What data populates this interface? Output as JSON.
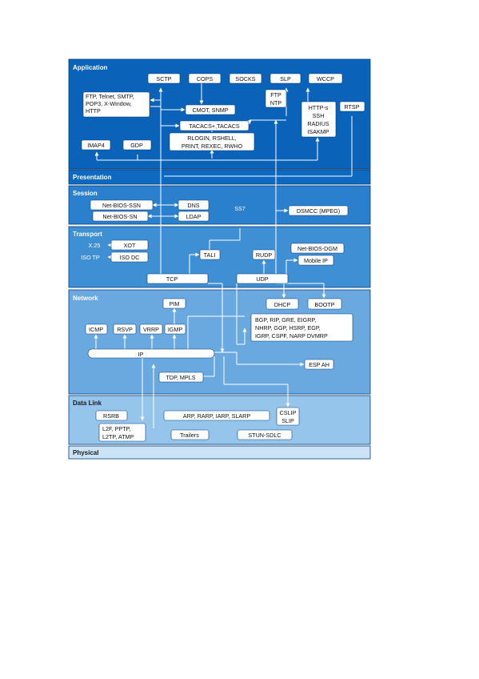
{
  "colors": {
    "application": "#0a63b8",
    "presentation": "#0d6ac0",
    "session": "#2a80cc",
    "transport": "#3e8fd4",
    "network": "#6aa9e0",
    "datalink": "#96c5ec",
    "physical": "#cbe3f6",
    "border": "#0b3d7a",
    "line": "#ffffff"
  },
  "layers": {
    "application": "Application",
    "presentation": "Presentation",
    "session": "Session",
    "transport": "Transport",
    "network": "Network",
    "datalink": "Data Link",
    "physical": "Physical"
  },
  "application": {
    "sctp": "SCTP",
    "cops": "COPS",
    "socks": "SOCKS",
    "slp": "SLP",
    "wccp": "WCCP",
    "ftp_group": [
      "FTP, Telnet, SMTP,",
      "POP3, X-Window,",
      "HTTP"
    ],
    "ftp_ntp": [
      "FTP",
      "NTP"
    ],
    "cmot_snmp": "CMOT, SNMP",
    "tacacs": "TACACS+,TACACS",
    "rlogin_group": [
      "RLOGIN, RSHELL,",
      "PRINT, REXEC, RWHO"
    ],
    "https_group": [
      "HTTP-s",
      "SSH",
      "RADIUS",
      "ISAKMP"
    ],
    "rtsp": "RTSP",
    "imap4": "IMAP4",
    "gdp": "GDP"
  },
  "session": {
    "netbios_ssn": "Net-BIOS-SSN",
    "dns": "DNS",
    "netbios_sn": "Net-BIOS-SN",
    "ldap": "LDAP",
    "ss7": "SS7",
    "dsmcc": "DSMCC (MPEG)"
  },
  "transport": {
    "x25": "X.25",
    "xot": "XOT",
    "iso_tp": "ISO TP",
    "iso_dc": "ISO DC",
    "tali": "TALI",
    "rudp": "RUDP",
    "netbios_dgm": "Net-BIOS-DGM",
    "mobile_ip": "Mobile IP",
    "tcp": "TCP",
    "udp": "UDP"
  },
  "network": {
    "dhcp": "DHCP",
    "bootp": "BOOTP",
    "pim": "PIM",
    "icmp": "ICMP",
    "rsvp": "RSVP",
    "vrrp": "VRRP",
    "igmp": "IGMP",
    "routing_group": [
      "BGP, RIP, GRE, EIGRP,",
      "NHRP, GGP, HSRP, EGP,",
      "IGRP, CSPF, NARP DVMRP"
    ],
    "ip": "IP",
    "esp_ah": "ESP AH",
    "tdp_mpls": "TDP, MPLS"
  },
  "datalink": {
    "rsrb": "RSRB",
    "arp_group": "ARP, RARP, IARP, SLARP",
    "cslip_slip": [
      "CSLIP",
      "SLIP"
    ],
    "l2tp_group": [
      "L2F, PPTP,",
      "L2TP, ATMP"
    ],
    "trailers": "Trailers",
    "stun_sdlc": "STUN-SDLC"
  }
}
